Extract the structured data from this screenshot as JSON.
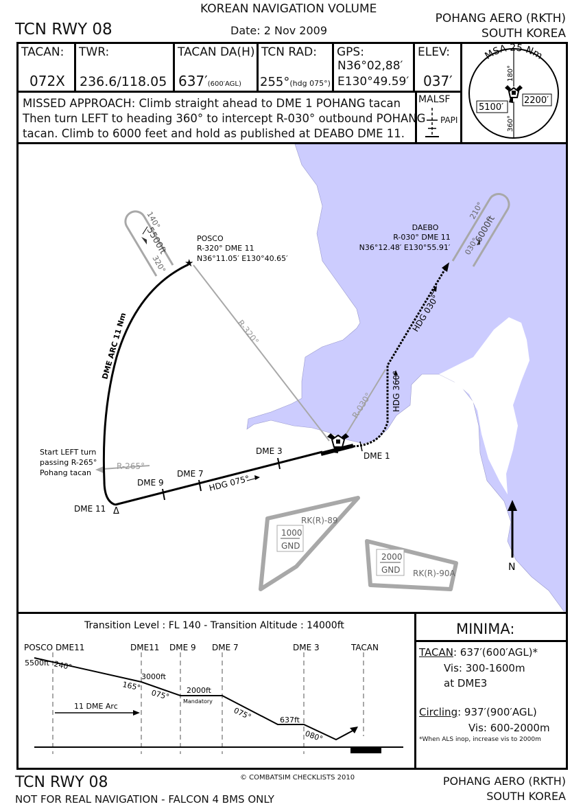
{
  "header": {
    "volume": "KOREAN NAVIGATION VOLUME",
    "title": "TCN RWY 08",
    "date": "Date: 2 Nov 2009",
    "airport": "POHANG AERO (RKTH)",
    "country": "SOUTH KOREA"
  },
  "info": {
    "tacan_label": "TACAN:",
    "tacan_value": "072X",
    "twr_label": "TWR:",
    "twr_value": "236.6/118.05",
    "da_label": "TACAN DA(H)",
    "da_value": "637′",
    "da_sub": "(600′AGL)",
    "rad_label": "TCN RAD:",
    "rad_value": "255°",
    "rad_sub": "(hdg 075°)",
    "gps_label": "GPS:",
    "gps_lat": "N36°02,88′",
    "gps_lon": "E130°49.59′",
    "elev_label": "ELEV:",
    "elev_value": "037′"
  },
  "missed": {
    "line1": "MISSED APPROACH: Climb straight ahead to DME 1 POHANG tacan",
    "line2": "Then turn LEFT to heading 360° to intercept R-030° outbound POHANG",
    "line3": "tacan. Climb to 6000 feet and hold as published at DEABO DME 11.",
    "malsf": "MALSF",
    "papi": "PAPI"
  },
  "msa": {
    "title": "MSA 25 Nm",
    "left_alt": "5100′",
    "right_alt": "2200′",
    "top_brg": "180°",
    "bottom_brg": "360°"
  },
  "plan": {
    "posco_name": "POSCO",
    "posco_r": "R-320° DME 11",
    "posco_coords": "N36°11.05′ E130°40.65′",
    "posco_out": "140°",
    "posco_alt": "5500ft",
    "posco_in": "320°",
    "daebo_name": "DAEBO",
    "daebo_r": "R-030° DME 11",
    "daebo_coords": "N36°12.48′ E130°55.91′",
    "daebo_out": "210°",
    "daebo_alt": "6000ft",
    "daebo_in": "030°",
    "arc_label": "DME ARC 11 Nm",
    "r320": "R-320°",
    "r030": "R-030°",
    "r265": "R-265°",
    "hdg030": "HDG 030°",
    "hdg360": "HDG 360°",
    "hdg075": "HDG 075°",
    "start_turn_1": "Start LEFT turn",
    "start_turn_2": "passing R-265°",
    "start_turn_3": "Pohang tacan",
    "dme11": "DME 11",
    "dme9": "DME 9",
    "dme7": "DME 7",
    "dme3": "DME 3",
    "dme1": "DME 1",
    "rk89": "RK(R)-89",
    "rk89_alt": "1000",
    "rk89_floor": "GND",
    "rk90": "RK(R)-90A",
    "rk90_alt": "2000",
    "rk90_floor": "GND",
    "north": "N"
  },
  "profile": {
    "transition": "Transition Level : FL 140  -  Transition Altitude : 14000ft",
    "posco": "POSCO DME11",
    "dme11": "DME11",
    "dme9": "DME 9",
    "dme7": "DME 7",
    "dme3": "DME 3",
    "tacan": "TACAN",
    "alt5500": "5500ft",
    "crs240": "240°",
    "crs165": "165°",
    "alt3000": "3000ft",
    "crs075a": "075°",
    "alt2000": "2000ft",
    "mandatory": "Mandatory",
    "crs075b": "075°",
    "alt637": "637ft",
    "crs080": "080°",
    "arc": "11 DME Arc"
  },
  "minima": {
    "title": "MINIMA:",
    "tacan_label": "TACAN",
    "tacan_value": ": 637′(600′AGL)*",
    "tacan_vis": "Vis: 300-1600m",
    "tacan_at": "at DME3",
    "circ_label": "Circling",
    "circ_value": ": 937′(900′AGL)",
    "circ_vis": "Vis: 600-2000m",
    "note": "*When ALS inop, increase vis to 2000m"
  },
  "footer": {
    "title": "TCN RWY 08",
    "copyright": "© COMBATSIM CHECKLISTS 2010",
    "warning": "NOT FOR REAL NAVIGATION - FALCON 4 BMS ONLY",
    "airport": "POHANG AERO (RKTH)",
    "country": "SOUTH KOREA"
  },
  "colors": {
    "sea": "#ccccfe",
    "gray": "#a8a8a8",
    "ink": "#000000"
  }
}
